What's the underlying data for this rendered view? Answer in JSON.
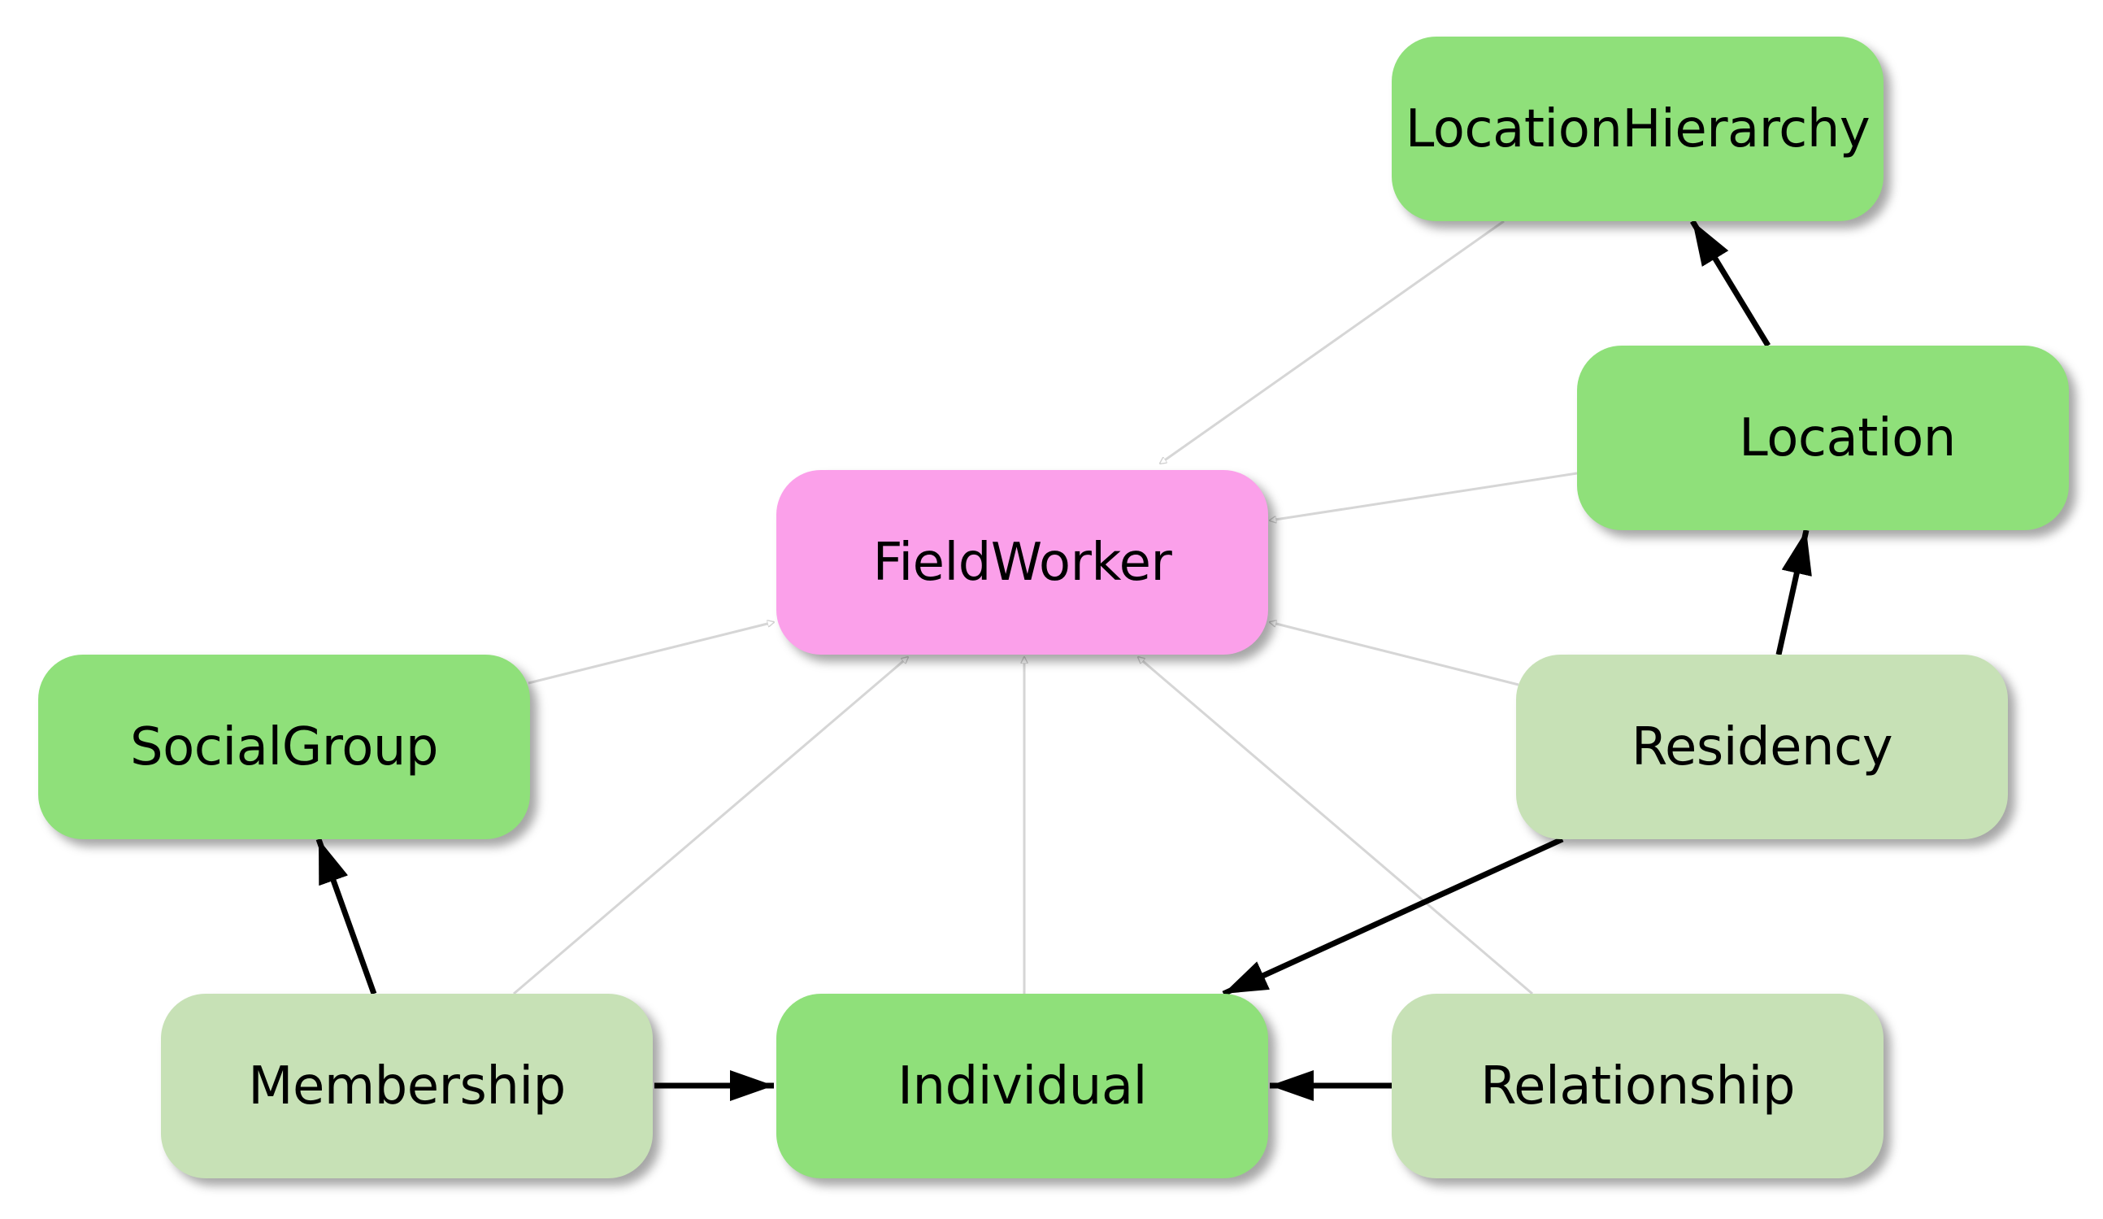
{
  "colors": {
    "central": "#fba0ea",
    "entity": "#8fe07a",
    "association": "#c7e1b6",
    "light_edge": "#d6d6d6",
    "dark_edge": "#000000"
  },
  "nodes": {
    "fieldworker": {
      "label": "FieldWorker",
      "kind": "central"
    },
    "locationhierarchy": {
      "label": "LocationHierarchy",
      "kind": "entity"
    },
    "location": {
      "label": "Location",
      "kind": "entity"
    },
    "socialgroup": {
      "label": "SocialGroup",
      "kind": "entity"
    },
    "residency": {
      "label": "Residency",
      "kind": "association"
    },
    "membership": {
      "label": "Membership",
      "kind": "association"
    },
    "individual": {
      "label": "Individual",
      "kind": "entity"
    },
    "relationship": {
      "label": "Relationship",
      "kind": "association"
    }
  },
  "edges": [
    {
      "from": "locationhierarchy",
      "to": "fieldworker",
      "style": "light"
    },
    {
      "from": "location",
      "to": "fieldworker",
      "style": "light"
    },
    {
      "from": "socialgroup",
      "to": "fieldworker",
      "style": "light"
    },
    {
      "from": "residency",
      "to": "fieldworker",
      "style": "light"
    },
    {
      "from": "membership",
      "to": "fieldworker",
      "style": "light"
    },
    {
      "from": "individual",
      "to": "fieldworker",
      "style": "light"
    },
    {
      "from": "relationship",
      "to": "fieldworker",
      "style": "light"
    },
    {
      "from": "location",
      "to": "locationhierarchy",
      "style": "dark"
    },
    {
      "from": "residency",
      "to": "location",
      "style": "dark"
    },
    {
      "from": "residency",
      "to": "individual",
      "style": "dark"
    },
    {
      "from": "membership",
      "to": "socialgroup",
      "style": "dark"
    },
    {
      "from": "membership",
      "to": "individual",
      "style": "dark"
    },
    {
      "from": "relationship",
      "to": "individual",
      "style": "dark"
    }
  ]
}
